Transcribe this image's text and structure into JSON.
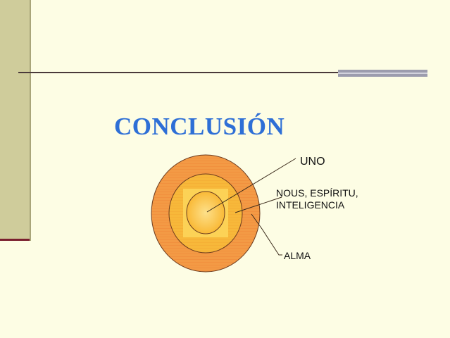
{
  "slide": {
    "title": "CONCLUSIÓN"
  },
  "diagram": {
    "labels": {
      "uno": "UNO",
      "nous": "NOUS, ESPÍRITU, INTELIGENCIA",
      "alma": "ALMA"
    },
    "colors": {
      "outer_ring": "#f39a45",
      "middle_ring": "#f7b83a",
      "inner_square": "#fcd256",
      "core_circle": "#fbc33a",
      "stroke": "#6a3a1e",
      "accent_title": "#2e6fd6"
    }
  }
}
